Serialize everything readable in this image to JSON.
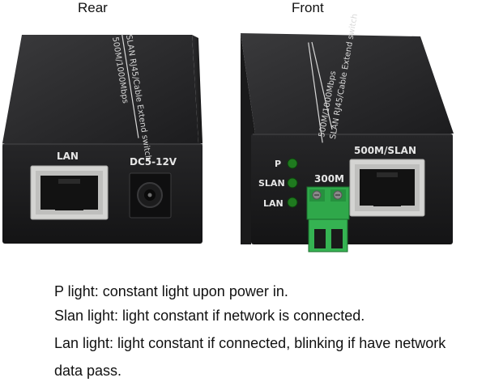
{
  "labels": {
    "rear": "Rear",
    "front": "Front"
  },
  "rear_device": {
    "top_text_line1": "500M/1000Mbps",
    "top_text_line2": "SLAN RJ45/Cable Extend switch",
    "lan_label": "LAN",
    "dc_label": "DC5-12V"
  },
  "front_device": {
    "top_text_line1": "500M/1000Mbps",
    "top_text_line2": "SLAN RJ45/Cable Extend switch",
    "port_label": "500M/SLAN",
    "terminal_label": "300M",
    "led_p": "P",
    "led_slan": "SLAN",
    "led_lan": "LAN"
  },
  "description": {
    "line1": "P light: constant light upon power in.",
    "line2": "Slan light: light constant if network is connected.",
    "line3": "Lan light: light constant if connected, blinking if have network",
    "line4": "data pass."
  },
  "colors": {
    "housing": "#1b1b1d",
    "led_green": "#1f7a1f",
    "terminal_green": "#2fa84a",
    "rj45_frame": "#d4d4d2"
  }
}
